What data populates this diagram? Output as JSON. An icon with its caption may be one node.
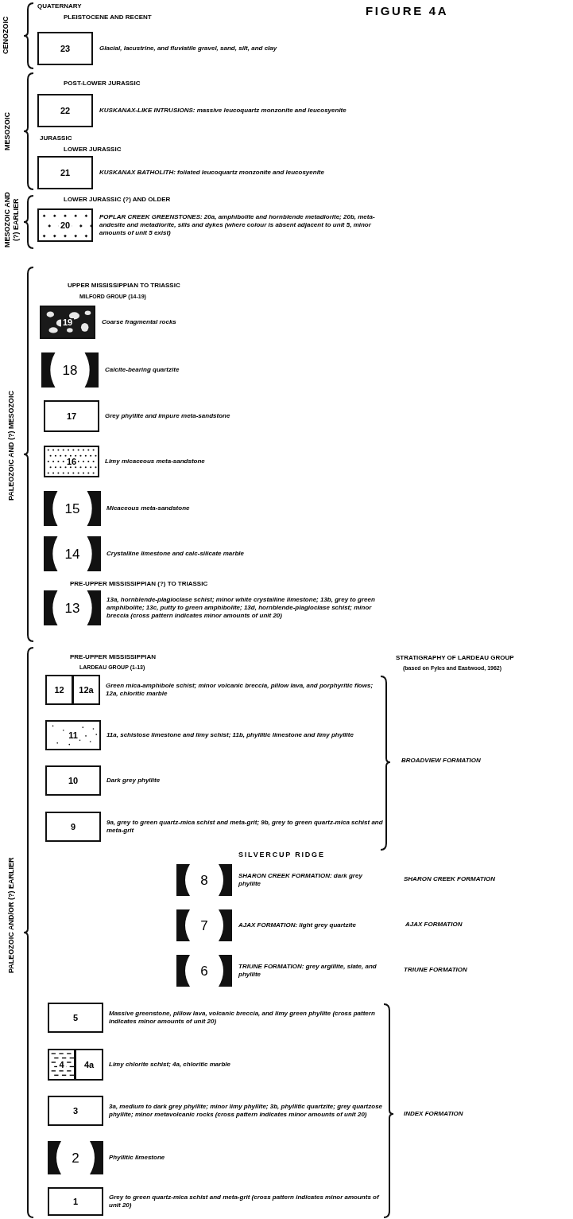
{
  "diagram": {
    "title": "FIGURE 4A",
    "nodes": [
      {
        "text": [
          "23"
        ],
        "beside": [
          "Glacial, lacustrine, and fluviatile gravel, sand, silt, and clay"
        ]
      },
      {
        "text": [
          "22"
        ],
        "beside": [
          "KUSKANAX-LIKE INTRUSIONS: massive leucoquartz monzonite and leucosyenite"
        ]
      },
      {
        "text": [
          "21"
        ],
        "beside": [
          "KUSKANAX BATHOLITH: foliated leucoquartz monzonite and leucosyenite"
        ]
      },
      {
        "text": [
          "20"
        ],
        "beside": [
          "POPLAR CREEK GREENSTONES: 20a, amphibolite and hornblende metadiorite; 20b, meta-andesite and metadiorite, sills and dykes (where colour is absent adjacent to unit 5, minor amounts of unit 5 exist)"
        ]
      },
      {
        "text": [
          "19"
        ],
        "beside": [
          "Coarse fragmental rocks"
        ]
      },
      {
        "text": [
          "18"
        ],
        "beside": [
          "Calcite-bearing quartzite"
        ]
      },
      {
        "text": [
          "17"
        ],
        "beside": [
          "Grey phyllite and impure meta-sandstone"
        ]
      },
      {
        "text": [
          "16"
        ],
        "beside": [
          "Limy micaceous meta-sandstone"
        ]
      },
      {
        "text": [
          "15"
        ],
        "beside": [
          "Micaceous meta-sandstone"
        ]
      },
      {
        "text": [
          "14"
        ],
        "beside": [
          "Crystalline limestone and calc-silicate marble"
        ]
      },
      {
        "text": [
          "13"
        ],
        "beside": [
          "13a, hornblende-plagioclase schist; minor white crystalline limestone; 13b, grey to green amphibolite; 13c, putty to green amphibolite; 13d, hornblende-plagioclase schist; minor breccia (cross pattern indicates minor amounts of unit 20)"
        ]
      },
      {
        "text": [
          "12"
        ]
      },
      {
        "text": [
          "12a"
        ],
        "beside": [
          "Green mica-amphibole schist; minor volcanic breccia, pillow lava, and porphyritic flows; 12a, chloritic marble"
        ]
      },
      {
        "text": [
          "11"
        ],
        "beside": [
          "11a, schistose limestone and limy schist; 11b, phyllitic limestone and limy phyllite"
        ]
      },
      {
        "text": [
          "10"
        ],
        "beside": [
          "Dark grey phyllite"
        ]
      },
      {
        "text": [
          "9"
        ],
        "beside": [
          "9a, grey to green quartz-mica schist and meta-grit; 9b, grey to green quartz-mica schist and meta-grit"
        ]
      },
      {
        "text": [
          "8"
        ],
        "beside": [
          "SHARON CREEK FORMATION: dark grey phyllite"
        ]
      },
      {
        "text": [
          "7"
        ],
        "beside": [
          "AJAX FORMATION: light grey quartzite"
        ]
      },
      {
        "text": [
          "6"
        ],
        "beside": [
          "TRIUNE FORMATION: grey argillite, slate, and phyllite"
        ]
      },
      {
        "text": [
          "5"
        ],
        "beside": [
          "Massive greenstone, pillow lava, volcanic breccia, and limy green phyllite (cross pattern indicates minor amounts of unit 20)"
        ]
      },
      {
        "text": [
          "4"
        ]
      },
      {
        "text": [
          "4a"
        ],
        "beside": [
          "Limy chlorite schist; 4a, chloritic marble"
        ]
      },
      {
        "text": [
          "3"
        ],
        "beside": [
          "3a, medium to dark grey phyllite; minor limy phyllite; 3b, phyllitic quartzite; grey quartzose phyllite; minor metavolcanic rocks (cross pattern indicates minor amounts of unit 20)"
        ]
      },
      {
        "text": [
          "2"
        ],
        "beside": [
          "Phyllitic limestone"
        ]
      },
      {
        "text": [
          "1"
        ],
        "beside": [
          "Grey to green quartz-mica schist and meta-grit (cross pattern indicates minor amounts of unit 20)"
        ]
      }
    ],
    "labels": [
      "CENOZOIC",
      "QUATERNARY",
      "PLEISTOCENE AND RECENT",
      "MESOZOIC",
      "POST-LOWER JURASSIC",
      "JURASSIC",
      "LOWER JURASSIC",
      "MESOZOIC AND (?) EARLIER",
      "LOWER JURASSIC (?) AND OLDER",
      "PALEOZOIC AND (?) MESOZOIC",
      "UPPER MISSISSIPPIAN TO TRIASSIC",
      "MILFORD GROUP (14-19)",
      "PRE-UPPER MISSISSIPPIAN (?) TO TRIASSIC",
      "PRE-UPPER MISSISSIPPIAN",
      "LARDEAU GROUP (1-13)",
      "STRATIGRAPHY OF LARDEAU GROUP",
      "(based on Fyles and Eastwood, 1962)",
      "BROADVIEW FORMATION",
      "PALEOZOIC AND/OR (?) EARLIER",
      "SILVERCUP RIDGE",
      "SHARON CREEK FORMATION",
      "AJAX FORMATION",
      "TRIUNE FORMATION",
      "INDEX FORMATION"
    ]
  }
}
